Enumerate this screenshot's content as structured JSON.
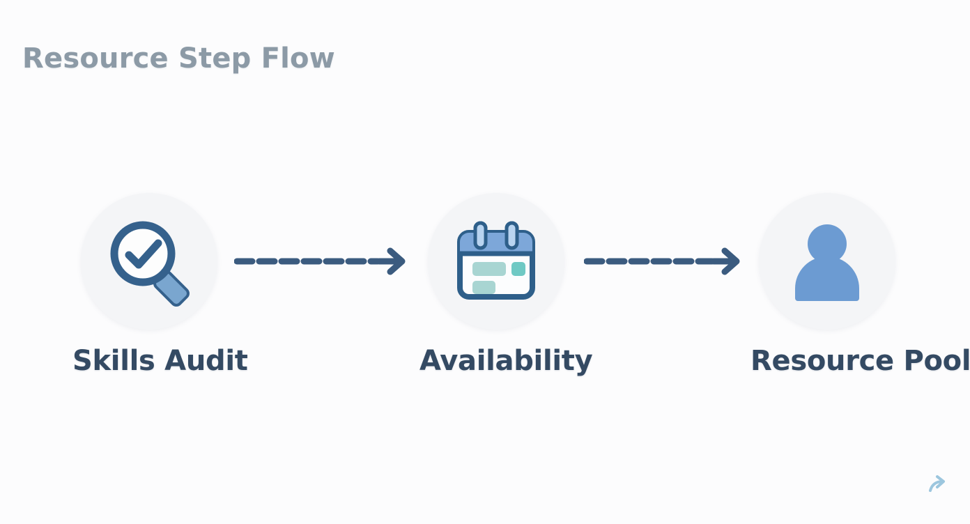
{
  "page": {
    "title": "Resource Step Flow",
    "background_color": "#fcfcfd",
    "title_color": "#8c9aa6",
    "label_color": "#344a63",
    "circle_color": "#f4f5f7",
    "arrow_color": "#3b5b7f",
    "accent_blue": "#6c9bd2",
    "accent_dark_blue": "#2e5f8a",
    "accent_teal": "#8fd0cc"
  },
  "flow": {
    "steps": [
      {
        "label": "Skills Audit",
        "icon": "magnifier-check-icon",
        "order": 1
      },
      {
        "label": "Availability",
        "icon": "calendar-icon",
        "order": 2
      },
      {
        "label": "Resource Pool",
        "icon": "person-icon",
        "order": 3
      }
    ],
    "connectors": [
      {
        "style": "dashed-arrow",
        "from": "Skills Audit",
        "to": "Availability"
      },
      {
        "style": "dashed-arrow",
        "from": "Availability",
        "to": "Resource Pool"
      }
    ]
  },
  "corner": {
    "icon": "share-arrow-icon",
    "color": "#9cc6de"
  }
}
